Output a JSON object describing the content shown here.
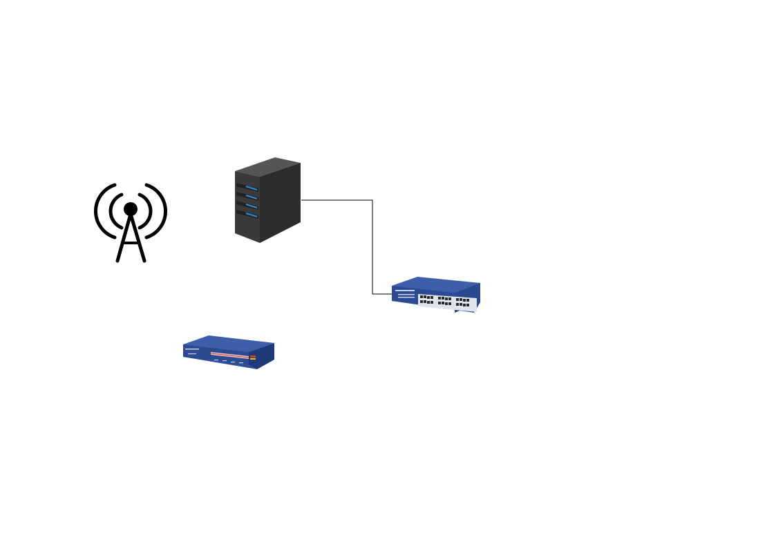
{
  "diagram": {
    "nodes": [
      {
        "id": "antenna",
        "kind": "radio-tower",
        "icon": "radio-tower-icon"
      },
      {
        "id": "server",
        "kind": "tower-server",
        "icon": "server-icon"
      },
      {
        "id": "switch",
        "kind": "24-port-network-switch",
        "icon": "network-switch-icon"
      },
      {
        "id": "router",
        "kind": "network-router",
        "icon": "router-icon"
      }
    ],
    "edges": [
      {
        "from": "server",
        "to": "switch",
        "style": "orthogonal"
      }
    ],
    "colors": {
      "background": "#ffffff",
      "tower": "#000000",
      "server_body": "#3a3a3a",
      "server_top": "#4a4a4a",
      "server_side": "#2a2a2a",
      "server_led": "#2f8fe0",
      "device_blue": "#2f4f99",
      "device_blue_dark": "#1f3a78",
      "device_blue_light": "#4a6cc0",
      "connector": "#000000"
    }
  }
}
